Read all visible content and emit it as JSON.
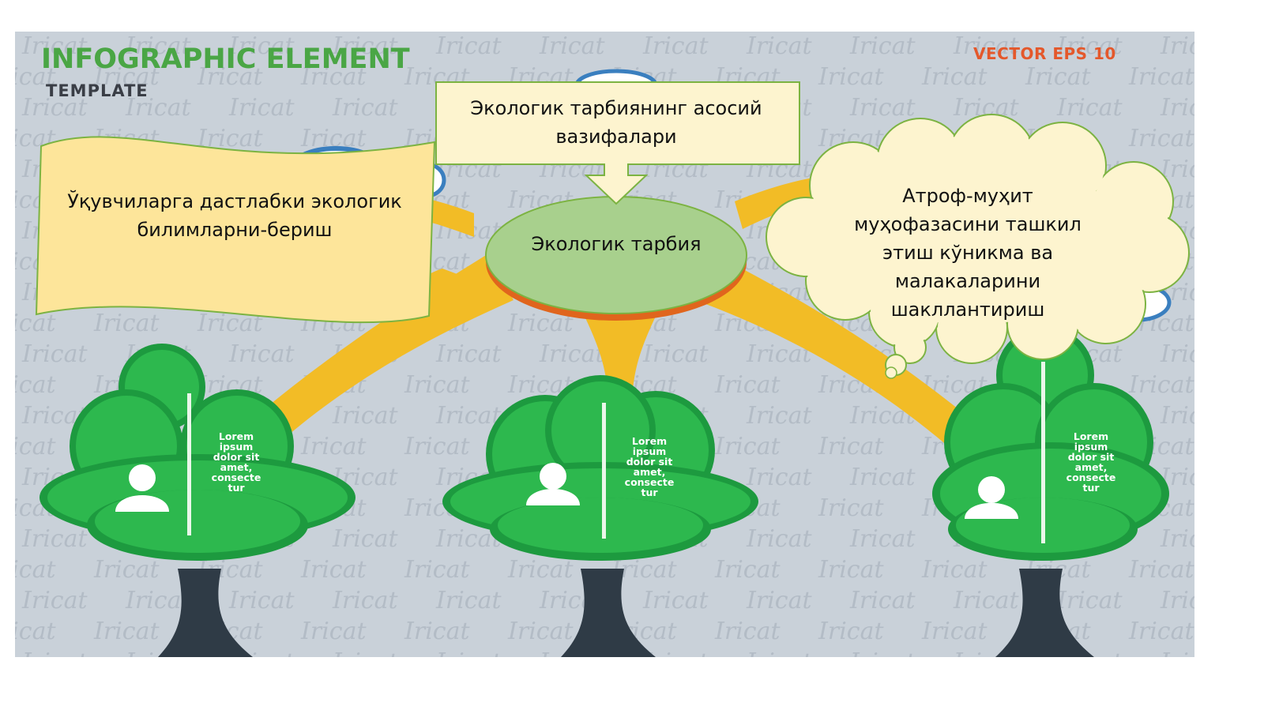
{
  "watermark": {
    "word": "Iricat"
  },
  "stock_image": {
    "title_line1": "INFOGRAPHIC  ELEMENT",
    "title_line2": "TEMPLATE",
    "vector_label": "VECTOR EPS 10",
    "lorem_text": "Lorem\nipsum\ndolor sit\namet,\nconsecte\ntur"
  },
  "diagram": {
    "top_box": "Экологик тарбиянинг асосий вазифалари",
    "center_node": "Экологик тарбия",
    "left_banner": "Ўқувчиларга дастлабки экологик билимларни-бериш",
    "right_cloud": "Атроф-муҳит муҳофазасини ташкил этиш кўникма ва малакаларини шакллантириш"
  },
  "colors": {
    "background": "#c9d1d9",
    "yellow_branch": "#f2bc26",
    "tree_green": "#2db84e",
    "tree_dark": "#1d9a3f",
    "trunk": "#2f3b46",
    "center_fill": "#a8d08d",
    "center_base": "#e0651d",
    "box_fill": "#fdf4cf",
    "banner_fill": "#fde59a",
    "outline": "#7cb342"
  }
}
